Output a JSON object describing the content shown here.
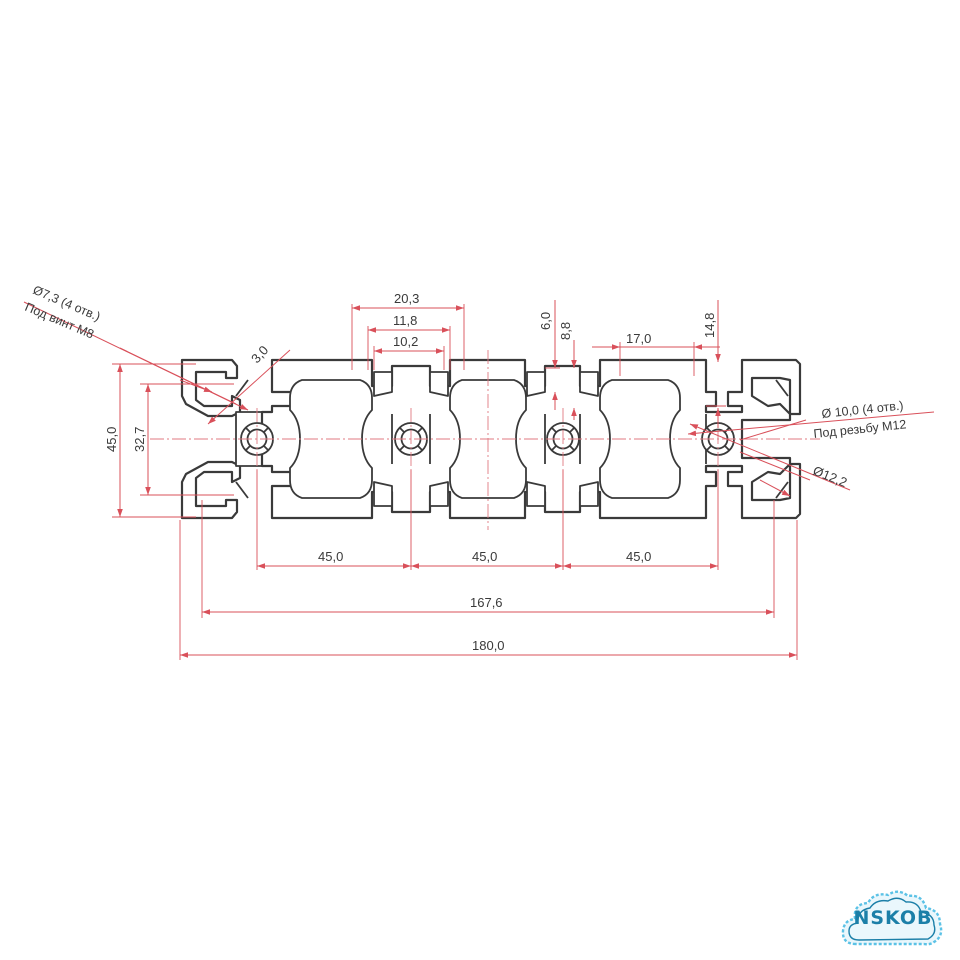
{
  "drawing": {
    "dimensions": {
      "d_7_3": "Ø7,3 (4 отв.)",
      "note_m8": "Под винт М8",
      "d_3_0": "3,0",
      "d_20_3": "20,3",
      "d_11_8": "11,8",
      "d_10_2": "10,2",
      "d_6_0": "6,0",
      "d_8_8": "8,8",
      "d_17_0": "17,0",
      "d_14_8": "14,8",
      "d_45_0_v": "45,0",
      "d_32_7": "32,7",
      "d_10_0": "Ø 10,0 (4 отв.)",
      "note_m12": "Под резьбу М12",
      "d_12_2": "Ø12,2",
      "d_pitch_1": "45,0",
      "d_pitch_2": "45,0",
      "d_pitch_3": "45,0",
      "d_167_6": "167,6",
      "d_180_0": "180,0"
    }
  },
  "watermark": {
    "logo_text": "NSKOB"
  },
  "colors": {
    "dimension": "#d9505a",
    "outline": "#3a3a3a",
    "logo": "#1b7fa8"
  }
}
